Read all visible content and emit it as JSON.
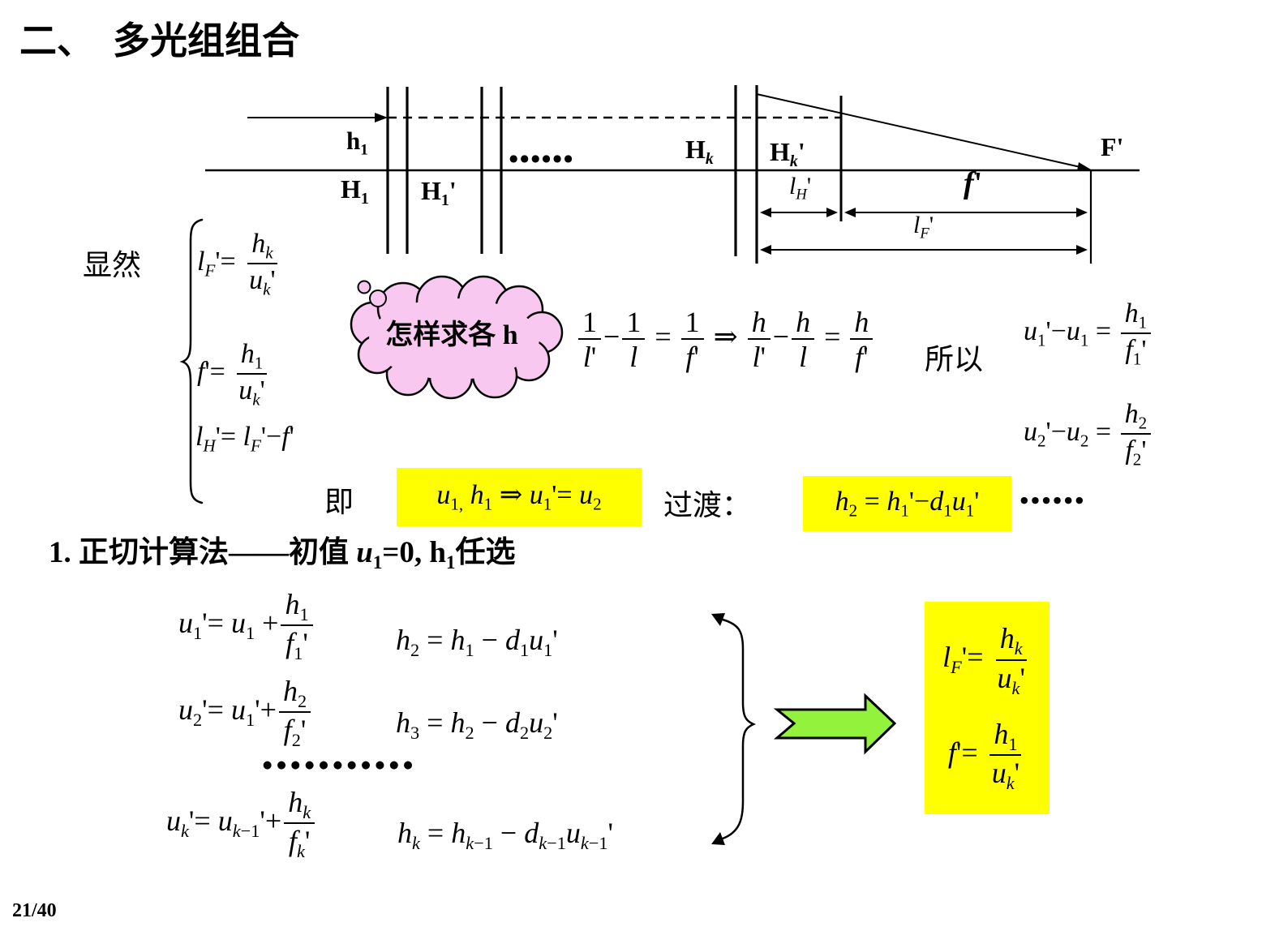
{
  "title": "二、　多光组组合",
  "page_number": "21/40",
  "colors": {
    "highlight": "#FFFF00",
    "cloud_fill": "#F8C8F0",
    "arrow_fill": "#93F23C"
  },
  "diagram": {
    "label_h1": "\\r{h}_1",
    "label_H1": "\\r{H}_1",
    "label_H1p": "\\r{H}_1'",
    "label_dots": "●●●●●●",
    "label_Hk": "\\r{H}_k",
    "label_Hkp": "\\r{H}_k'",
    "label_Fp": "\\r{F}'",
    "label_lH": "l_H'",
    "label_fp": "f'",
    "label_lF": "l_F'"
  },
  "derivation": {
    "obvious_label": "显然",
    "lf_formula": "l_F'= \\f{h_k}{u_k'}",
    "fp_formula": "f'= \\f{h_1}{u_k'}",
    "lh_formula": "l_H'= l_F'−f'",
    "cloud_text": "怎样求各 \\r{h}",
    "chain_formula": "\\f{1}{l'}−\\f{1}{l} = \\f{1}{f'} ⇒ \\f{h}{l'}−\\f{h}{l} = \\f{h}{f'}",
    "suoyi_label": "所以",
    "u1_relation": "u_1'−u_1 = \\f{h_1}{f_1'}",
    "u2_relation": "u_2'−u_2 = \\f{h_2}{f_2'}",
    "ji_label": "即",
    "recursion_start": "u_{1,} h_1 ⇒ u_1'= u_2",
    "guodu_label": "过渡：",
    "transfer_formula": "h_2 = h_1'−d_1u_1'",
    "ellipsis": "●●●●●●"
  },
  "method": {
    "heading": "1. 正切计算法——初值 u_1=0, \\r{h}_1任选",
    "eq_u1": "u_1'= u_1 +\\f{h_1}{f_1'}",
    "eq_h2": "h_2 = h_1 − d_1u_1'",
    "eq_u2": "u_2'= u_1'+\\f{h_2}{f_2'}",
    "eq_h3": "h_3 = h_2 − d_2u_2'",
    "dots": "●●●●●●●●●●●",
    "eq_uk": "u_k'= u_{k−1}'+\\f{h_k}{f_k'}",
    "eq_hk": "h_k = h_{k−1} − d_{k−1}u_{k−1}'",
    "result_lf": "l_F'= \\f{h_k}{u_k'}",
    "result_fp": "f'= \\f{h_1}{u_k'}"
  }
}
